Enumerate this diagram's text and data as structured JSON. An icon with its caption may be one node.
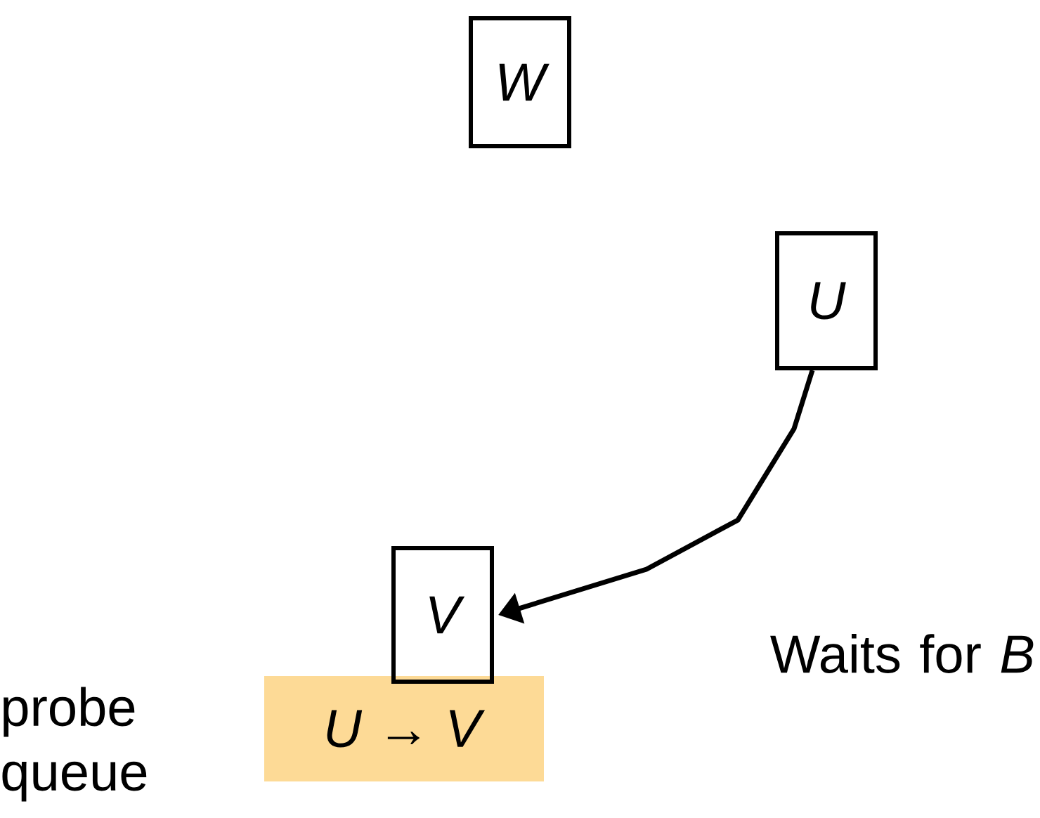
{
  "diagram": {
    "nodes": [
      {
        "text": [
          "W"
        ]
      },
      {
        "text": [
          "U"
        ]
      },
      {
        "text": [
          "V"
        ]
      },
      {
        "text": [
          "*U* → *V*"
        ],
        "beside": [
          "probe queue"
        ]
      }
    ],
    "edges": [
      {
        "from": 1,
        "to": 2,
        "arrow": "to",
        "label": "Waits for *B*"
      }
    ]
  }
}
